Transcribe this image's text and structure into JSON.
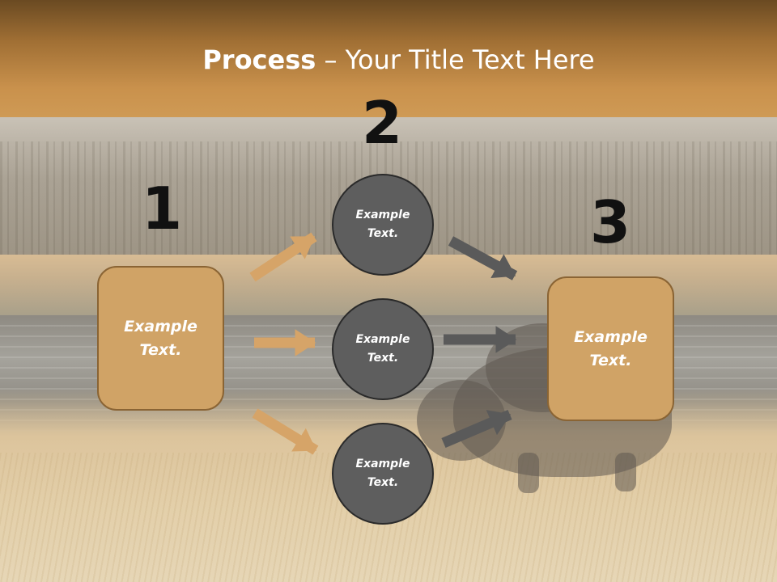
{
  "title": {
    "bold": "Process",
    "rest": " – Your Title Text Here"
  },
  "steps": {
    "one": "1",
    "two": "2",
    "three": "3"
  },
  "boxes": {
    "left_line1": "Example",
    "left_line2": "Text.",
    "right_line1": "Example",
    "right_line2": "Text."
  },
  "circles": [
    {
      "line1": "Example",
      "line2": "Text."
    },
    {
      "line1": "Example",
      "line2": "Text."
    },
    {
      "line1": "Example",
      "line2": "Text."
    }
  ],
  "colors": {
    "title_bar": "#c9914c",
    "box_fill": "#d0a366",
    "circle_fill": "#5e5e5e",
    "arrow_tan": "#d6a468",
    "arrow_gray": "#5a5a5a"
  }
}
